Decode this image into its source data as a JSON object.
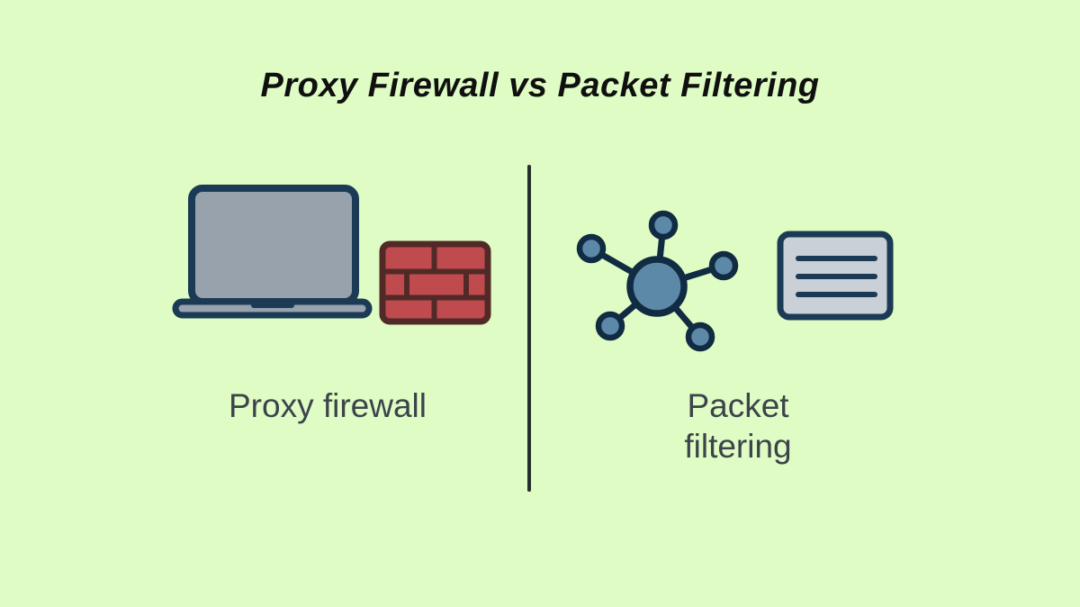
{
  "title": "Proxy Firewall vs Packet Filtering",
  "left_panel": {
    "label": "Proxy firewall",
    "icons": [
      "laptop-icon",
      "firewall-brick-wall-icon"
    ]
  },
  "right_panel": {
    "label": "Packet filtering",
    "icons": [
      "network-hub-icon",
      "packet-list-document-icon"
    ]
  },
  "colors": {
    "background": "#defcc3",
    "title_text": "#101010",
    "label_text": "#3d434b",
    "divider": "#26302c",
    "outline_navy": "#1b3a55",
    "laptop_gray": "#97a2ad",
    "brick_red": "#c04b4e",
    "brick_outline": "#512a28",
    "node_blue": "#5d89a9",
    "node_outline": "#112b43",
    "document_gray": "#c9d0d8"
  }
}
